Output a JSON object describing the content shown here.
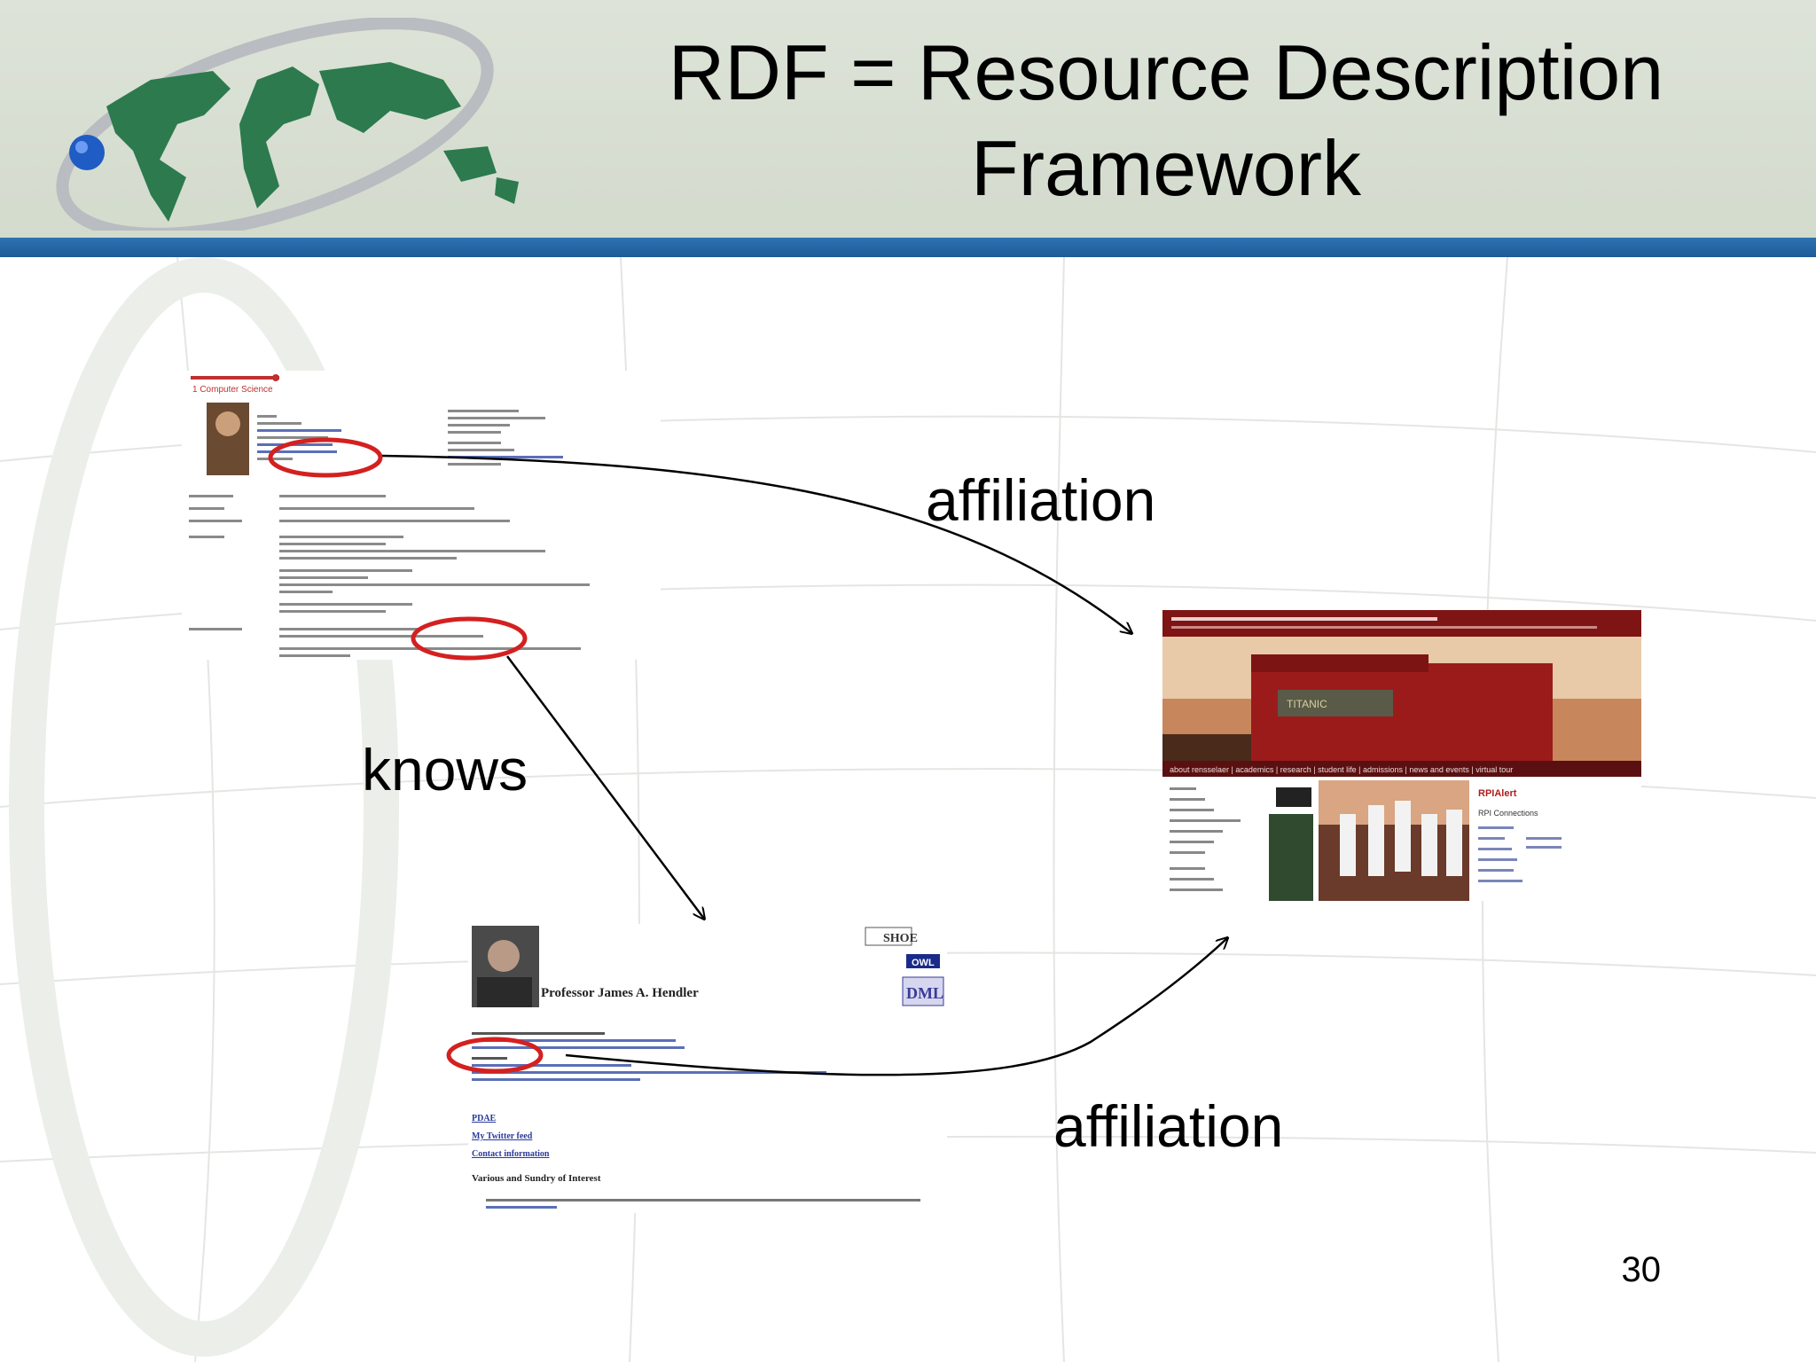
{
  "slide": {
    "title_line1": "RDF = Resource Description",
    "title_line2": "Framework",
    "number": "30"
  },
  "edges": [
    {
      "id": "affiliation-1",
      "label": "affiliation"
    },
    {
      "id": "knows",
      "label": "knows"
    },
    {
      "id": "affiliation-2",
      "label": "affiliation"
    }
  ],
  "nodes": {
    "profile": {
      "header": "1 Computer Science"
    },
    "rpi": {
      "nav": "about rensselaer | academics | research | student life | admissions | news and events | virtual tour",
      "alert": "RPIAlert",
      "connections": "RPI Connections"
    },
    "hendler": {
      "name": "Professor James A. Hendler",
      "badge_shoe": "SHOE",
      "badge_owl": "OWL",
      "badge_dml": "DML",
      "section": "Various and Sundry of Interest",
      "link1": "PDAE",
      "link2": "My Twitter feed",
      "link3": "Contact information"
    }
  },
  "colors": {
    "header_bar": "#2166a6",
    "highlight": "#d42020",
    "rpi_red": "#9b1b1b"
  },
  "icons": {
    "logo": "globe-logo-icon"
  }
}
